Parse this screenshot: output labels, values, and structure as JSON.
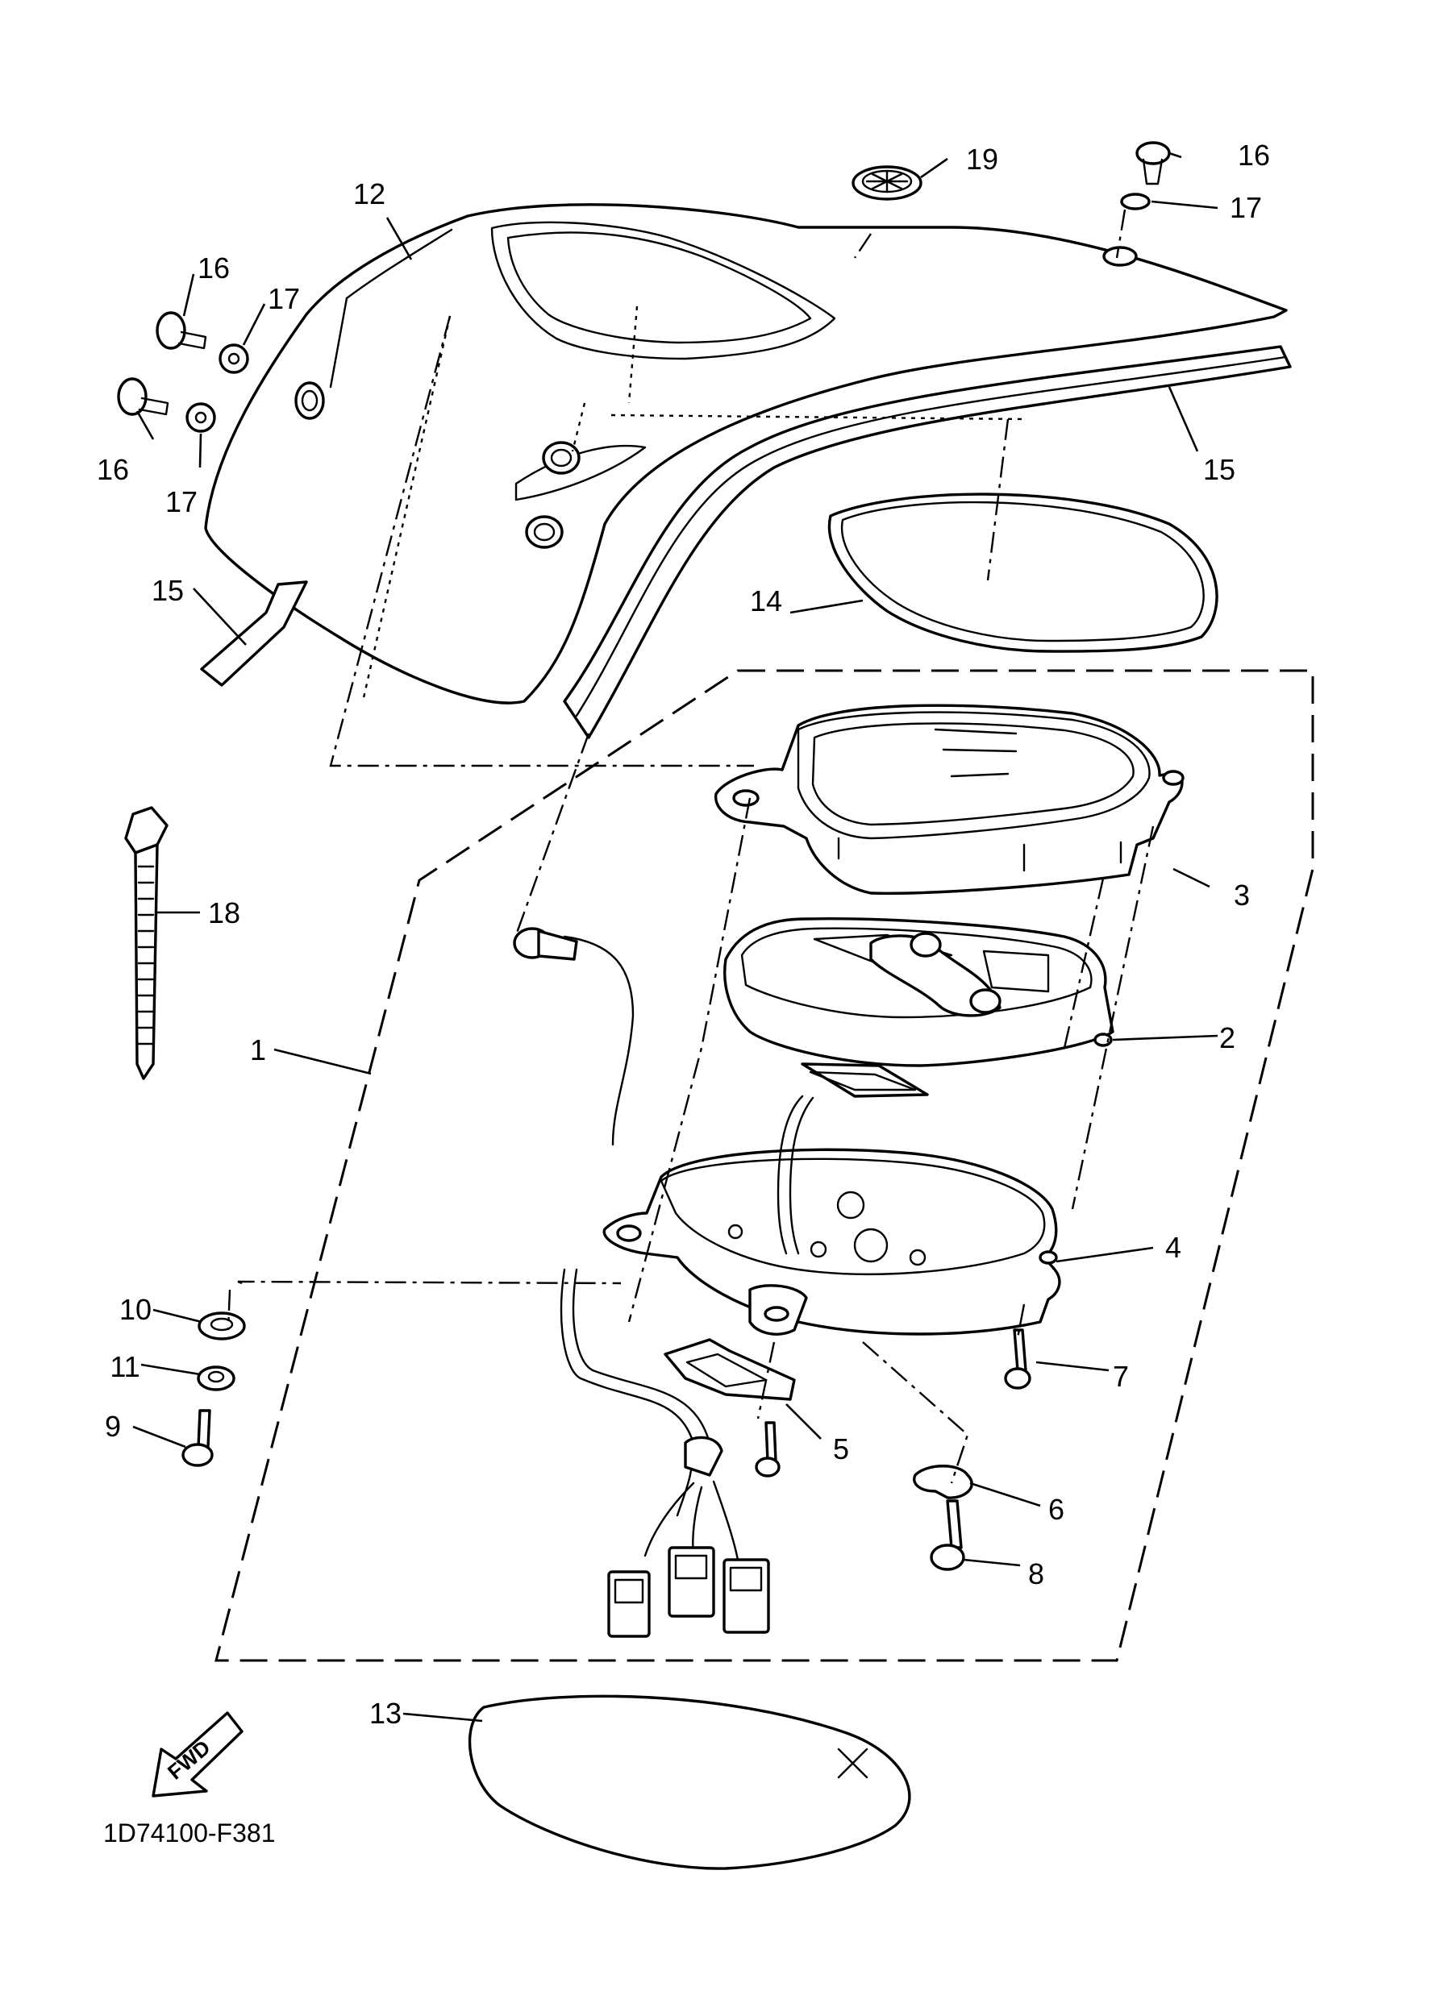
{
  "callouts": [
    "1",
    "2",
    "3",
    "4",
    "5",
    "6",
    "7",
    "8",
    "9",
    "10",
    "11",
    "12",
    "13",
    "14",
    "15",
    "15",
    "16",
    "16",
    "16",
    "17",
    "17",
    "17",
    "18",
    "19"
  ],
  "fwd_label": "FWD",
  "diagram_code": "1D74100-F381",
  "colors": {
    "line": "#000000",
    "background": "#ffffff"
  }
}
